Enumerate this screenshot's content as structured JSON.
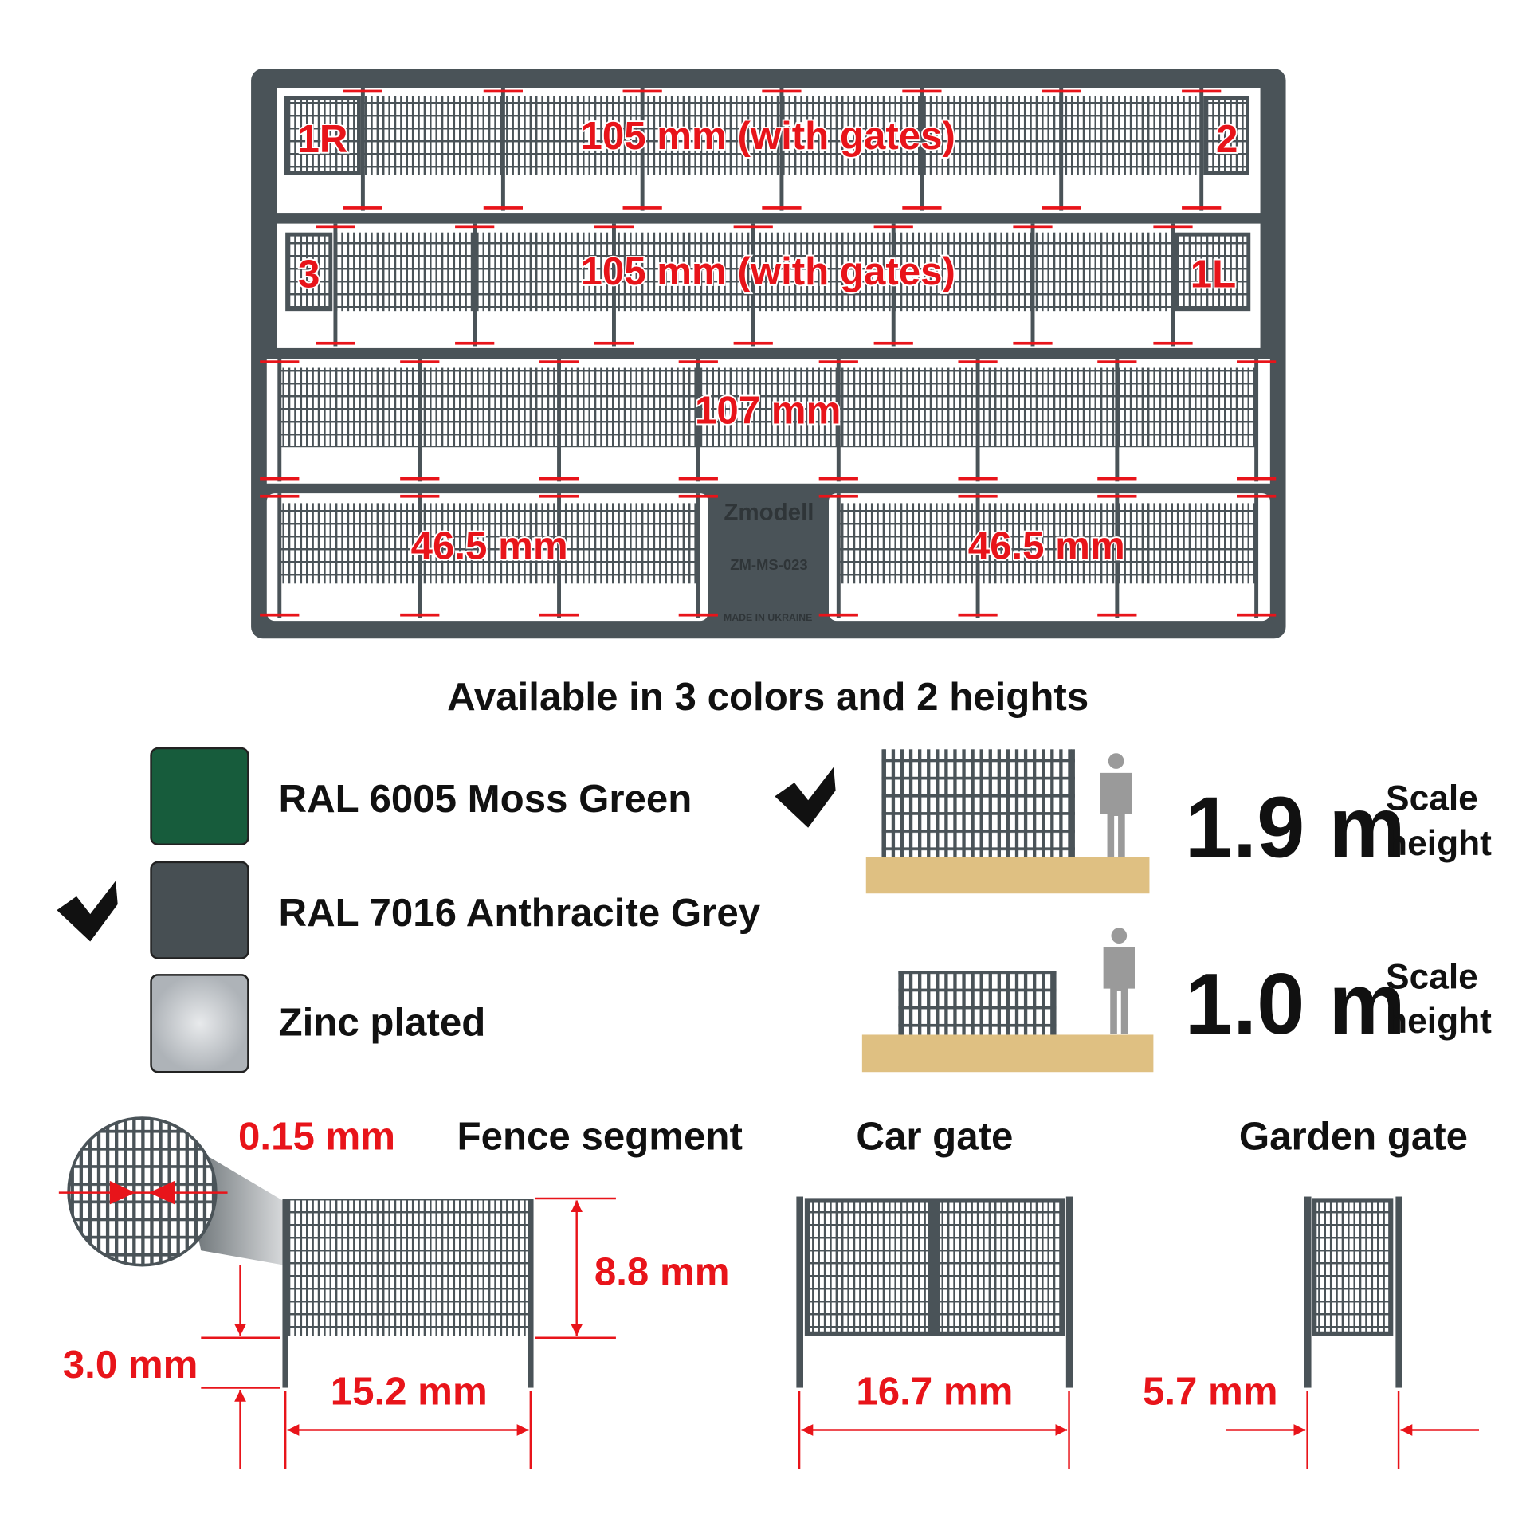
{
  "sheet": {
    "rows": [
      {
        "label": "105 mm (with gates)",
        "gate_left": "1R",
        "gate_right": "2"
      },
      {
        "label": "105 mm (with gates)",
        "gate_left": "3",
        "gate_right": "1L"
      },
      {
        "label": "107 mm"
      },
      {
        "label_left": "46.5 mm",
        "label_right": "46.5 mm"
      }
    ],
    "logo": "Zmodell",
    "part_number": "ZM-MS-023",
    "origin": "MADE IN UKRAINE"
  },
  "title": "Available in 3 colors and 2 heights",
  "colors": [
    {
      "name": "RAL 6005 Moss Green",
      "hex": "#175c3c",
      "selected": false
    },
    {
      "name": "RAL 7016 Anthracite Grey",
      "hex": "#474f53",
      "selected": true
    },
    {
      "name": "Zinc plated",
      "hex": "#c9ccd0",
      "selected": false
    }
  ],
  "heights": [
    {
      "value": "1.9 m",
      "caption1": "Scale",
      "caption2": "height",
      "selected": true
    },
    {
      "value": "1.0 m",
      "caption1": "Scale",
      "caption2": "height",
      "selected": false
    }
  ],
  "details": {
    "wire": "0.15 mm",
    "fence_segment": {
      "title": "Fence segment",
      "height": "8.8 mm",
      "width": "15.2 mm",
      "leg": "3.0 mm"
    },
    "car_gate": {
      "title": "Car gate",
      "width": "16.7 mm"
    },
    "garden_gate": {
      "title": "Garden gate",
      "width": "5.7 mm"
    }
  }
}
